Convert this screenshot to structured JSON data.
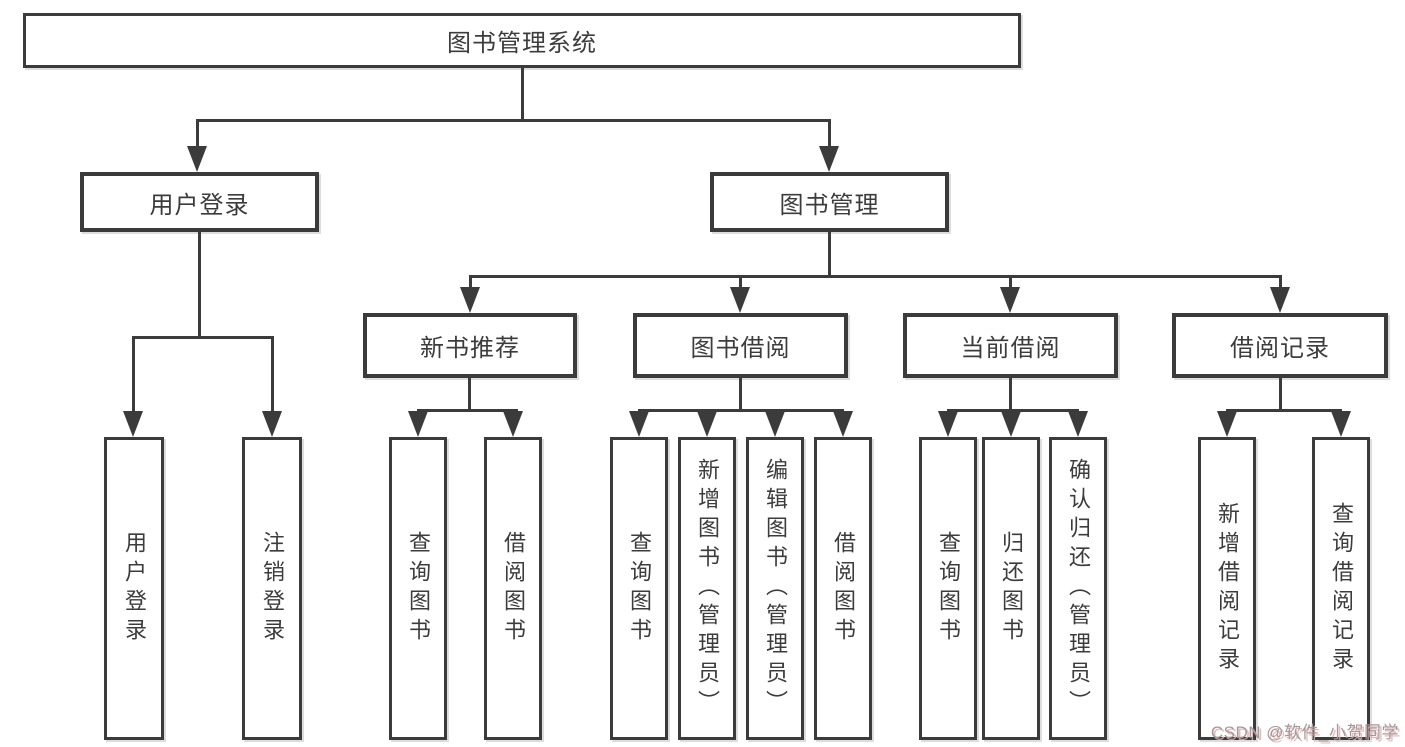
{
  "diagram": {
    "title": "图书管理系统",
    "colors": {
      "line": "#3b3b3b",
      "box_border": "#3b3b3b",
      "text": "#3c3c3c",
      "background": "#ffffff",
      "watermark_text": "#9c9c9c",
      "watermark_shadow": "#ebaaaa"
    },
    "nodes": {
      "root": "图书管理系统",
      "user_login": "用户登录",
      "book_mgmt": "图书管理",
      "leaf_user_login": "用户登录",
      "leaf_logout": "注销登录",
      "new_books": "新书推荐",
      "book_borrow": "图书借阅",
      "current_borrow": "当前借阅",
      "borrow_records": "借阅记录",
      "nb_query_books": "查询图书",
      "nb_borrow_books": "借阅图书",
      "bb_query_books": "查询图书",
      "bb_add_books": "新增图书（管理员）",
      "bb_edit_books": "编辑图书（管理员）",
      "bb_borrow_books": "借阅图书",
      "cb_query_books": "查询图书",
      "cb_return_books": "归还图书",
      "cb_confirm_return": "确认归还（管理员）",
      "br_add_record": "新增借阅记录",
      "br_query_record": "查询借阅记录"
    },
    "watermark": "CSDN @软件_小贺同学"
  }
}
